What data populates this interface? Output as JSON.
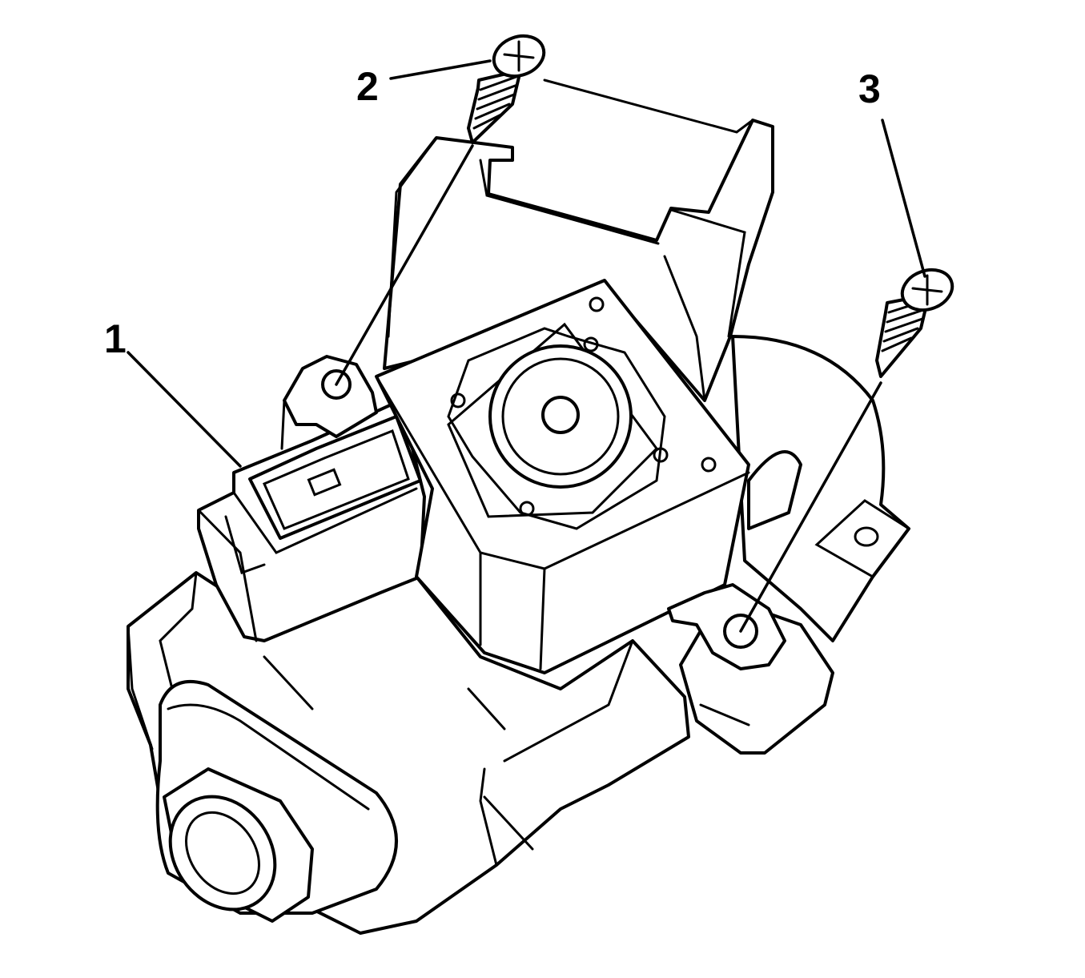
{
  "callouts": [
    {
      "id": "1",
      "text": "1",
      "refers_to": "connector-module"
    },
    {
      "id": "2",
      "text": "2",
      "refers_to": "upper-screw"
    },
    {
      "id": "3",
      "text": "3",
      "refers_to": "lower-screw"
    }
  ],
  "colors": {
    "ink": "#000000",
    "paper": "#ffffff"
  }
}
